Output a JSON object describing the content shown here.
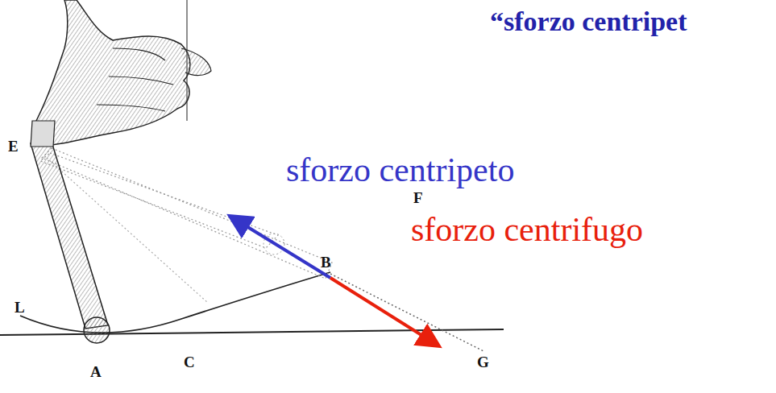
{
  "diagram": {
    "title": "“sforzo centripet",
    "labels": [
      "E",
      "F",
      "B",
      "L",
      "A",
      "C",
      "G",
      "sforzo centripeto",
      "sforzo centrifugo"
    ]
  }
}
